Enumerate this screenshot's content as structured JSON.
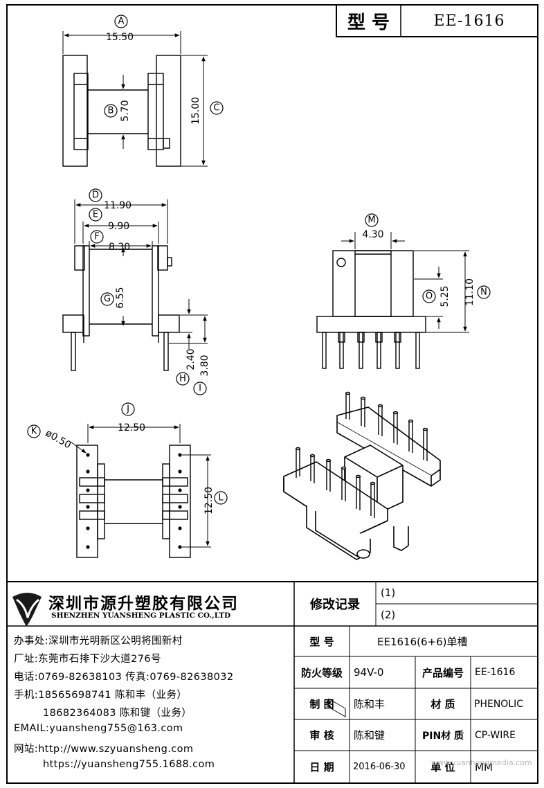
{
  "title_block": {
    "label": "型 号",
    "value": "EE-1616"
  },
  "dimensions": {
    "A": "A",
    "A_val": "15.50",
    "B": "B",
    "B_val": "5.70",
    "C": "C",
    "C_val": "15.00",
    "D": "D",
    "D_val": "11.90",
    "E": "E",
    "E_val": "9.90",
    "F": "F",
    "F_val": "8.30",
    "G": "G",
    "G_val": "6.55",
    "H": "H",
    "H_val": "2.40",
    "I": "I",
    "I_val": "3.80",
    "J": "J",
    "J_val": "12.50",
    "K": "K",
    "K_val": "ø0.50",
    "L": "L",
    "L_val": "12.50",
    "M": "M",
    "M_val": "4.30",
    "N": "N",
    "N_val": "11.10",
    "O": "O",
    "O_val": "5.25"
  },
  "company": {
    "name_cn": "深圳市源升塑胶有限公司",
    "name_en": "SHENZHEN YUANSHENG PLASTIC CO.,LTD",
    "office": "办事处:深圳市光明新区公明将围新村",
    "factory": "厂址:东莞市石排下沙大道276号",
    "phone": "电话:0769-82638103 传真:0769-82638032",
    "mobile1": "手机:18565698741 陈和丰（业务）",
    "mobile2": "18682364083 陈和键（业务）",
    "email": "EMAIL:yuansheng755@163.com",
    "web1": "网站:http://www.szyuansheng.com",
    "web2": "https://yuansheng755.1688.com"
  },
  "table": {
    "rev_label": "修改记录",
    "rev1": "(1)",
    "rev2": "(2)",
    "model_label": "型 号",
    "model_value": "EE1616(6+6)单槽",
    "fire_label": "防火等级",
    "fire_value": "94V-0",
    "product_no_label": "产品编号",
    "product_no_value": "EE-1616",
    "drawn_label": "制 图",
    "drawn_value": "陈和丰",
    "material_label": "材 质",
    "material_value": "PHENOLIC",
    "check_label": "审 核",
    "check_value": "陈和键",
    "pin_label": "PIN材 质",
    "pin_value": "CP-WIRE",
    "date_label": "日 期",
    "date_value": "2016-06-30",
    "unit_label": "单 位",
    "unit_value": "MM"
  },
  "watermark": "www.yuanhongmedia.com"
}
